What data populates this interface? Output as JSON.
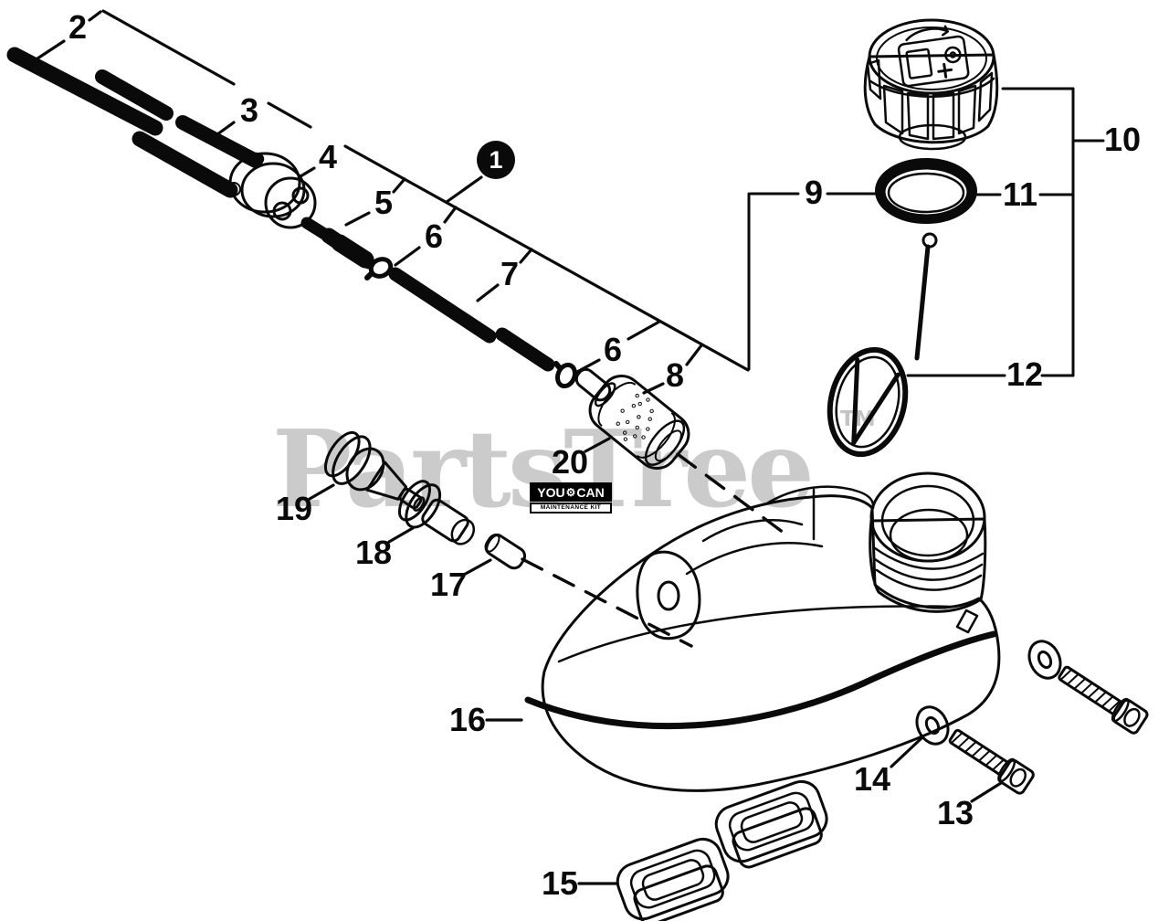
{
  "watermark": {
    "text": "PartsTree",
    "tm": "TM"
  },
  "badge": {
    "you": "YOU",
    "can": "CAN",
    "gear_icon": "⚙",
    "kit_label": "MAINTENANCE KIT"
  },
  "callouts": {
    "n1": "1",
    "n2": "2",
    "n3": "3",
    "n4": "4",
    "n5": "5",
    "n6a": "6",
    "n7": "7",
    "n6b": "6",
    "n8": "8",
    "n9": "9",
    "n10": "10",
    "n11": "11",
    "n12": "12",
    "n13": "13",
    "n14": "14",
    "n15": "15",
    "n16": "16",
    "n17": "17",
    "n18": "18",
    "n19": "19",
    "n20": "20"
  },
  "colors": {
    "line": "#0a0a0a",
    "watermark": "#cbcbcb",
    "badge_bg": "#000000"
  }
}
